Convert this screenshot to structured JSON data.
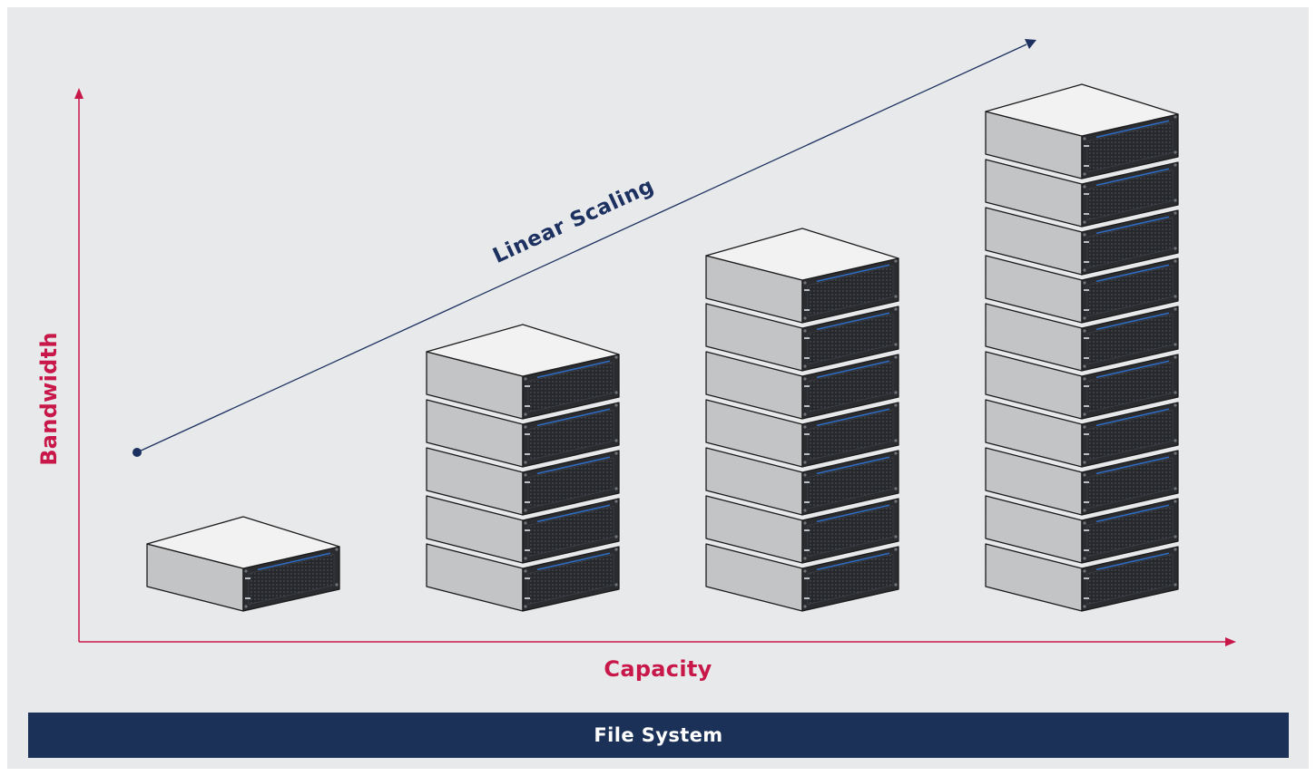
{
  "diagram": {
    "axes": {
      "x_label": "Capacity",
      "y_label": "Bandwidth",
      "color": "#c8184a"
    },
    "trend": {
      "label": "Linear Scaling",
      "color": "#1d3160"
    },
    "stacks": [
      {
        "name": "stack-1",
        "unit_count": 1
      },
      {
        "name": "stack-2",
        "unit_count": 5
      },
      {
        "name": "stack-3",
        "unit_count": 7
      },
      {
        "name": "stack-4",
        "unit_count": 10
      }
    ],
    "server_unit_icon": "storage-server-icon",
    "colors": {
      "background": "#e8e9eb",
      "server_top": "#f2f2f2",
      "server_side": "#c3c4c6",
      "server_front": "#2a2c30",
      "server_accent": "#2f6cc4"
    }
  },
  "footer": {
    "label": "File System",
    "color": "#1c3158"
  }
}
